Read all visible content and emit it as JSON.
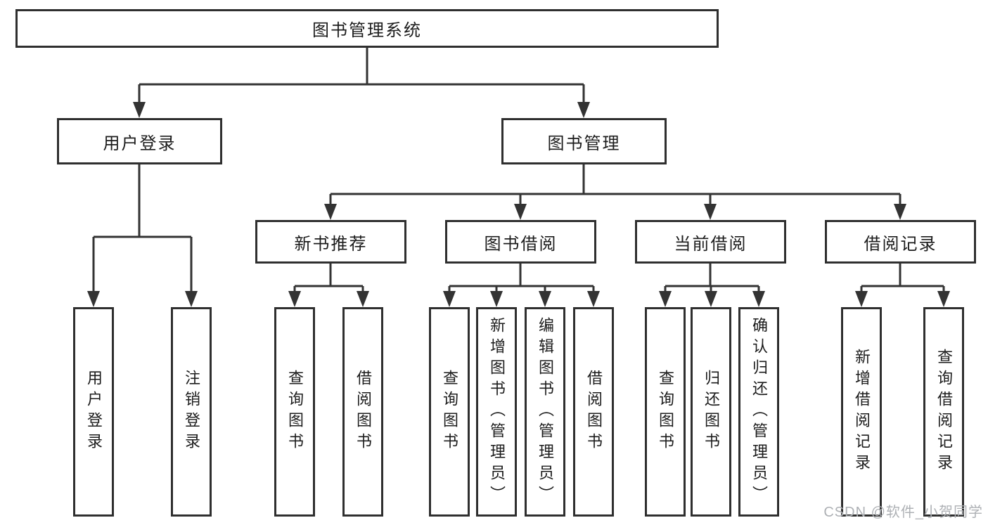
{
  "colors": {
    "background": "#ffffff",
    "line": "#333333",
    "box_border": "#2f2f2f",
    "text": "#1c1c1c",
    "watermark": "#aeb1b5"
  },
  "tree": {
    "root": {
      "label": "图书管理系统"
    },
    "branches": [
      {
        "label": "用户登录",
        "children": [
          {
            "label": "用户登录"
          },
          {
            "label": "注销登录"
          }
        ]
      },
      {
        "label": "图书管理",
        "children": [
          {
            "label": "新书推荐",
            "children": [
              {
                "label": "查询图书"
              },
              {
                "label": "借阅图书"
              }
            ]
          },
          {
            "label": "图书借阅",
            "children": [
              {
                "label": "查询图书"
              },
              {
                "label": "新增图书（管理员）"
              },
              {
                "label": "编辑图书（管理员）"
              },
              {
                "label": "借阅图书"
              }
            ]
          },
          {
            "label": "当前借阅",
            "children": [
              {
                "label": "查询图书"
              },
              {
                "label": "归还图书"
              },
              {
                "label": "确认归还（管理员）"
              }
            ]
          },
          {
            "label": "借阅记录",
            "children": [
              {
                "label": "新增借阅记录"
              },
              {
                "label": "查询借阅记录"
              }
            ]
          }
        ]
      }
    ]
  },
  "watermark": {
    "text": "CSDN @软件_小贺同学"
  }
}
